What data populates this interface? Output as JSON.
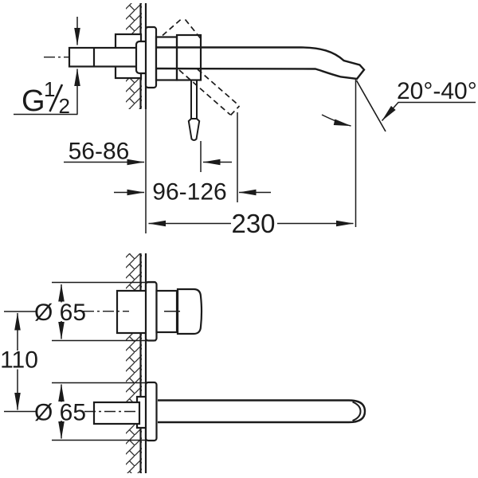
{
  "colors": {
    "line": "#1b1b1b",
    "background": "#ffffff"
  },
  "labels": {
    "thread": {
      "prefix": "G",
      "numerator": "1",
      "denominator": "2"
    },
    "wall_depth_range": "56-86",
    "handle_reach_range": "96-126",
    "spout_reach": "230",
    "spout_angle_range": "20°-40°",
    "top_diameter": "Ø 65",
    "bottom_diameter": "Ø 65",
    "vertical_distance": "110"
  }
}
